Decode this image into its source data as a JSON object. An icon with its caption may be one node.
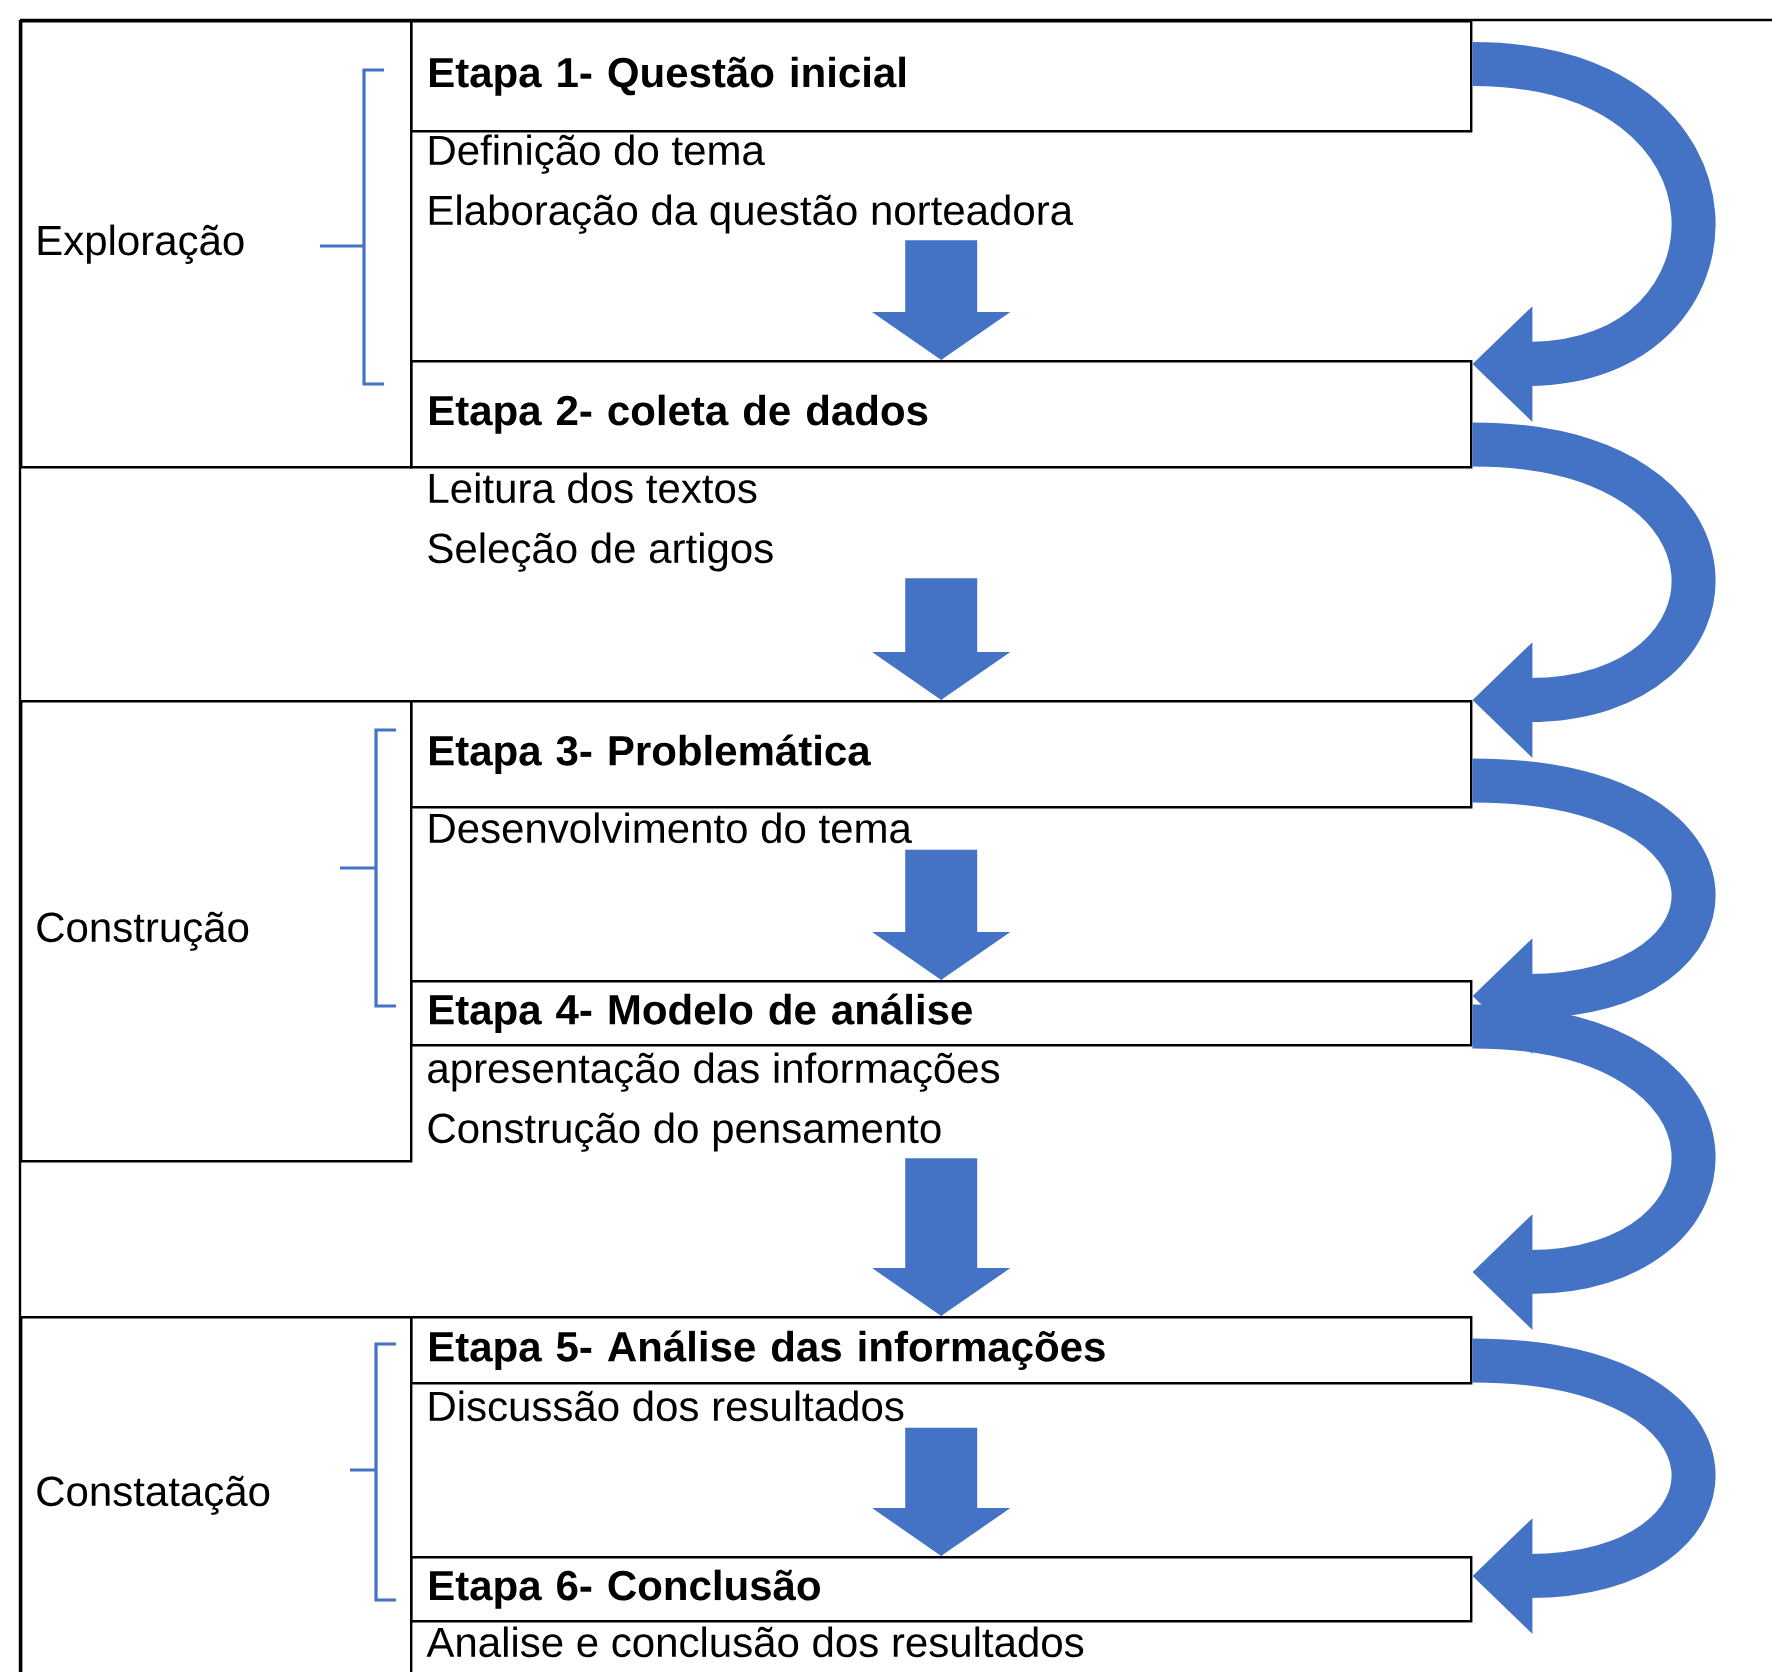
{
  "diagram": {
    "nodes": [
      {
        "text": [
          "Etapa 1- Questão inicial"
        ],
        "beside": [
          "Definição do tema",
          "Elaboração da questão norteadora"
        ]
      },
      {
        "text": [
          "Etapa 2- coleta de dados"
        ],
        "beside": [
          "Leitura  dos textos",
          "Seleção de artigos"
        ]
      },
      {
        "text": [
          "Etapa 3- Problemática"
        ],
        "beside": [
          "Desenvolvimento do tema"
        ]
      },
      {
        "text": [
          "Etapa 4- Modelo de análise"
        ],
        "beside": [
          "apresentação das informações",
          "Construção do pensamento"
        ]
      },
      {
        "text": [
          "Etapa 5- Análise das informações"
        ],
        "beside": [
          "Discussão dos resultados"
        ]
      },
      {
        "text": [
          "Etapa 6- Conclusão"
        ],
        "beside": [
          "Analise e conclusão dos resultados"
        ]
      },
      {
        "text": [
          "Exploração"
        ]
      },
      {
        "text": [
          "Construção"
        ]
      },
      {
        "text": [
          "Constatação"
        ]
      }
    ],
    "edges": [
      {
        "from": 0,
        "to": 1,
        "arrow": "to"
      },
      {
        "from": 0,
        "to": 1,
        "arrow": "to"
      },
      {
        "from": 1,
        "to": 2,
        "arrow": "to"
      },
      {
        "from": 1,
        "to": 2,
        "arrow": "to"
      },
      {
        "from": 2,
        "to": 3,
        "arrow": "to"
      },
      {
        "from": 2,
        "to": 3,
        "arrow": "to"
      },
      {
        "from": 3,
        "to": 4,
        "arrow": "to"
      },
      {
        "from": 3,
        "to": 4,
        "arrow": "to"
      },
      {
        "from": 4,
        "to": 5,
        "arrow": "to"
      },
      {
        "from": 4,
        "to": 5,
        "arrow": "to"
      }
    ]
  }
}
